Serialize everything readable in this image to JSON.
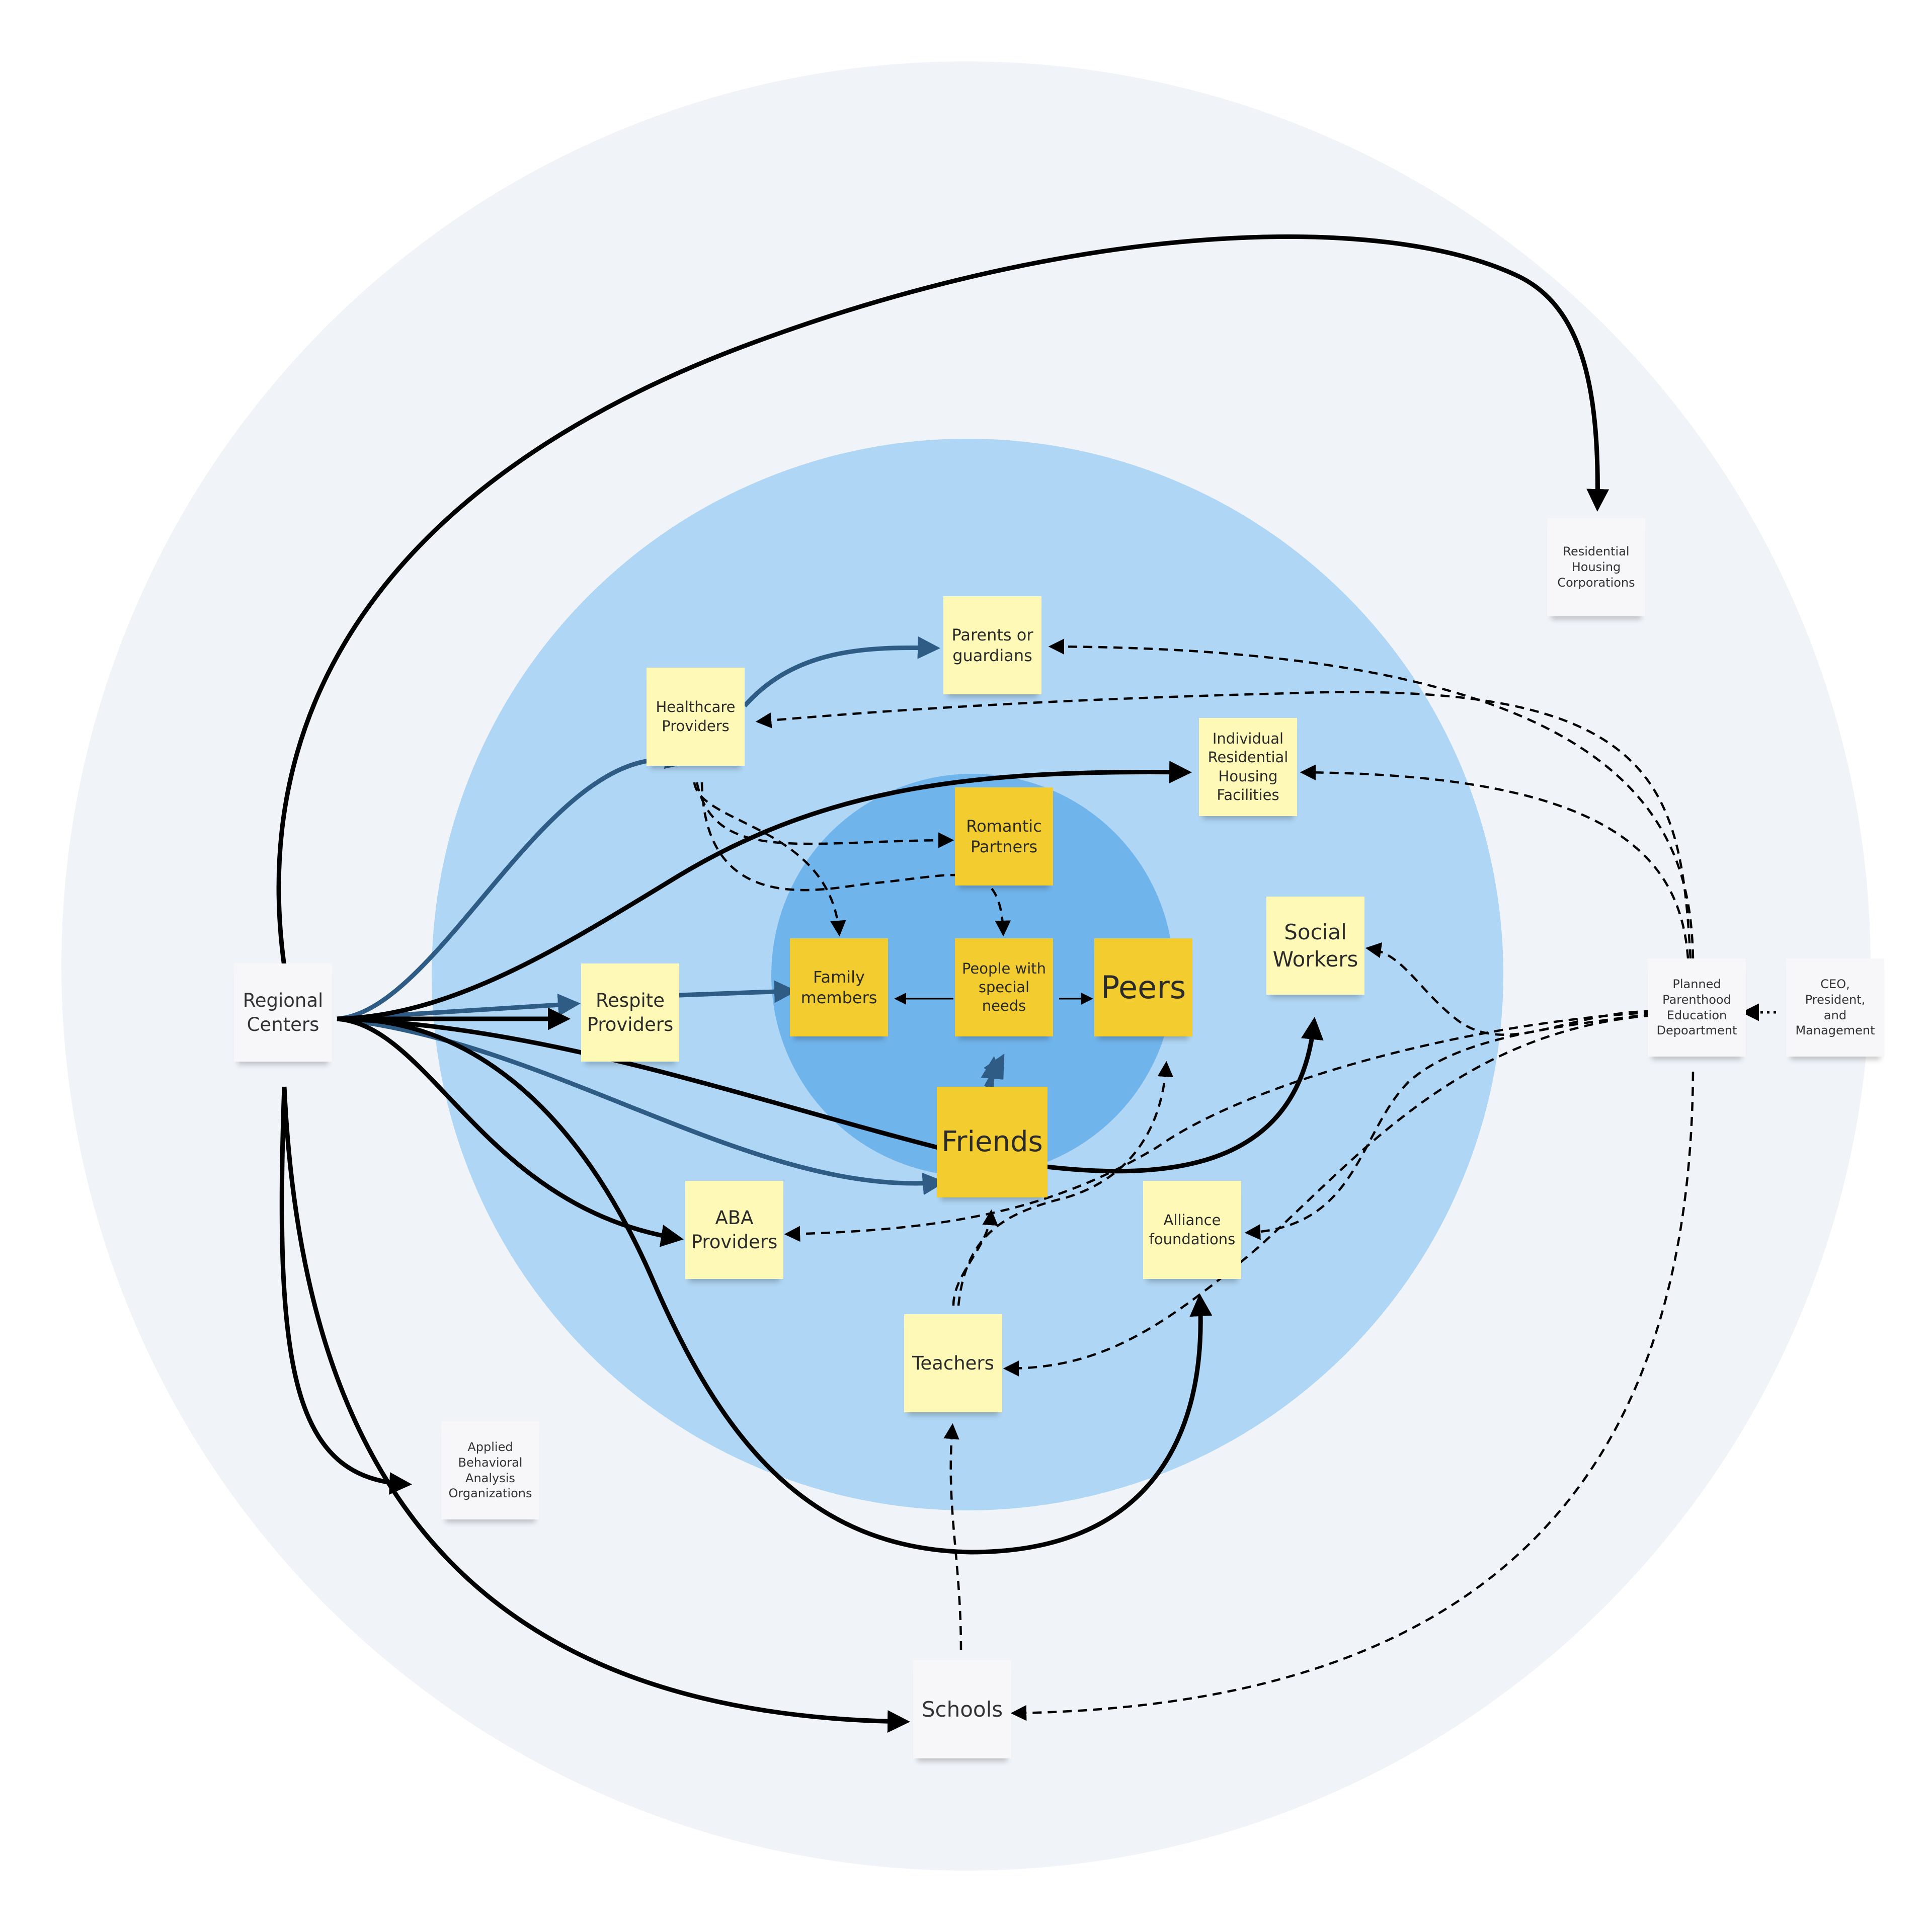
{
  "diagram": {
    "colors": {
      "outer_ring": "#f0f4f9",
      "middle_ring": "#afd6f4",
      "inner_ring": "#70b4ec",
      "sticky_light": "#fff9b8",
      "sticky_mid": "#f6dc5a",
      "sticky_dark": "#f3cd2f",
      "label_card": "#f7f7f9",
      "arrow_black": "#000000",
      "arrow_blue": "#2f5c85"
    },
    "nodes": {
      "regional_centers": "Regional\nCenters",
      "residential_housing_corporations": "Residential\nHousing\nCorporations",
      "parents_or_guardians": "Parents or\nguardians",
      "healthcare_providers": "Healthcare\nProviders",
      "individual_residential_housing_facilities": "Individual\nResidential\nHousing\nFacilities",
      "romantic_partners": "Romantic\nPartners",
      "family_members": "Family\nmembers",
      "people_with_special_needs": "People with\nspecial\nneeds",
      "peers": "Peers",
      "social_workers": "Social\nWorkers",
      "planned_parenthood_education_department": "Planned\nParenthood\nEducation\nDepoartment",
      "ceo_president_management": "CEO,\nPresident,\nand\nManagement",
      "respite_providers": "Respite\nProviders",
      "friends": "Friends",
      "aba_providers": "ABA\nProviders",
      "alliance_foundations": "Alliance\nfoundations",
      "teachers": "Teachers",
      "applied_behavioral_analysis_organizations": "Applied\nBehavioral\nAnalysis\nOrganizations",
      "schools": "Schools"
    },
    "edges": [
      {
        "from": "regional_centers",
        "to": "residential_housing_corporations",
        "style": "solid-black"
      },
      {
        "from": "regional_centers",
        "to": "individual_residential_housing_facilities",
        "style": "solid-black"
      },
      {
        "from": "regional_centers",
        "to": "respite_providers",
        "style": "solid-black"
      },
      {
        "from": "regional_centers",
        "to": "social_workers",
        "style": "solid-black"
      },
      {
        "from": "regional_centers",
        "to": "aba_providers",
        "style": "solid-black"
      },
      {
        "from": "regional_centers",
        "to": "alliance_foundations",
        "style": "solid-black"
      },
      {
        "from": "regional_centers",
        "to": "applied_behavioral_analysis_organizations",
        "style": "solid-black"
      },
      {
        "from": "regional_centers",
        "to": "schools",
        "style": "solid-black"
      },
      {
        "from": "regional_centers",
        "to": "healthcare_providers",
        "style": "solid-blue"
      },
      {
        "from": "regional_centers",
        "to": "friends",
        "style": "solid-blue"
      },
      {
        "from": "healthcare_providers",
        "to": "parents_or_guardians",
        "style": "solid-blue"
      },
      {
        "from": "respite_providers",
        "to": "family_members",
        "style": "solid-blue"
      },
      {
        "from": "people_with_special_needs",
        "to": "family_members",
        "style": "thin-black"
      },
      {
        "from": "people_with_special_needs",
        "to": "peers",
        "style": "thin-black"
      },
      {
        "from": "friends",
        "to": "people_with_special_needs",
        "style": "solid-blue"
      },
      {
        "from": "healthcare_providers",
        "to": "romantic_partners",
        "style": "dashed"
      },
      {
        "from": "healthcare_providers",
        "to": "family_members",
        "style": "dashed"
      },
      {
        "from": "healthcare_providers",
        "to": "people_with_special_needs",
        "style": "dashed"
      },
      {
        "from": "planned_parenthood_education_department",
        "to": "parents_or_guardians",
        "style": "dashed"
      },
      {
        "from": "planned_parenthood_education_department",
        "to": "healthcare_providers",
        "style": "dashed"
      },
      {
        "from": "planned_parenthood_education_department",
        "to": "individual_residential_housing_facilities",
        "style": "dashed"
      },
      {
        "from": "planned_parenthood_education_department",
        "to": "social_workers",
        "style": "dashed"
      },
      {
        "from": "planned_parenthood_education_department",
        "to": "aba_providers",
        "style": "dashed"
      },
      {
        "from": "planned_parenthood_education_department",
        "to": "alliance_foundations",
        "style": "dashed"
      },
      {
        "from": "planned_parenthood_education_department",
        "to": "teachers",
        "style": "dashed"
      },
      {
        "from": "planned_parenthood_education_department",
        "to": "schools",
        "style": "dashed"
      },
      {
        "from": "ceo_president_management",
        "to": "planned_parenthood_education_department",
        "style": "dotted"
      },
      {
        "from": "teachers",
        "to": "friends",
        "style": "dashed"
      },
      {
        "from": "teachers",
        "to": "peers",
        "style": "dashed"
      },
      {
        "from": "schools",
        "to": "teachers",
        "style": "dashed"
      }
    ]
  }
}
